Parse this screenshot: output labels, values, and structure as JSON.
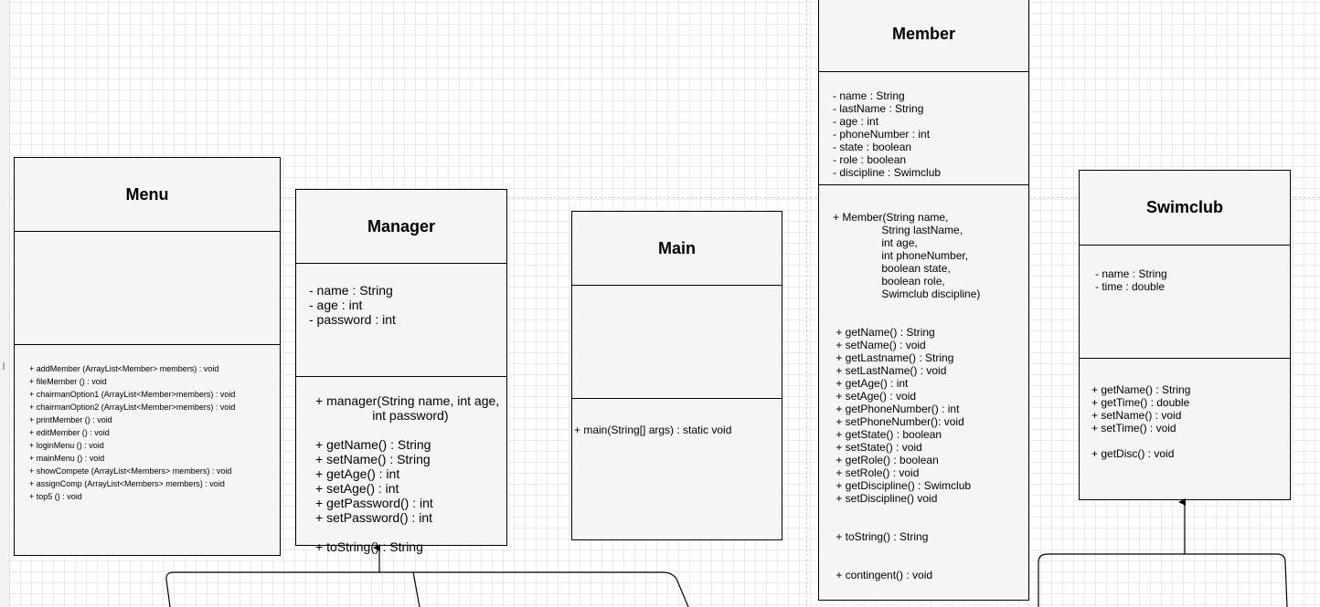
{
  "canvas": {
    "rail_grip": "‖"
  },
  "classes": {
    "menu": {
      "name": "Menu",
      "attributes": "",
      "methods": "+ addMember (ArrayList<Member> members) : void\n+ fileMember () : void\n+ chairmanOption1 (ArrayList<Member>members) : void\n+ chairmanOption2 (ArrayList<Member>members) : void\n+ printMember () : void\n+ editMember () : void\n+ loginMenu () : void\n+ mainMenu () : void\n+ showCompete (ArrayList<Members> members) : void\n+ assignComp (ArrayList<Members> members) : void\n+ top5 () : void"
    },
    "manager": {
      "name": "Manager",
      "attributes": "- name : String\n- age : int\n- password : int",
      "methods": "+ manager(String name, int age,\n                int password)\n\n+ getName() : String\n+ setName() : String\n+ getAge() : int\n+ setAge() : int\n+ getPassword() : int\n+ setPassword() : int\n\n+ toString() : String"
    },
    "main": {
      "name": "Main",
      "attributes": "",
      "methods": "+ main(String[] args) : static void"
    },
    "member": {
      "name": "Member",
      "attributes": "- name : String\n- lastName : String\n- age : int\n- phoneNumber : int\n- state : boolean\n- role : boolean\n- discipline : Swimclub",
      "methods": "+ Member(String name,\n                String lastName,\n                int age,\n                int phoneNumber,\n                boolean state,\n                boolean role,\n                Swimclub discipline)\n\n\n + getName() : String\n + setName() : void\n + getLastname() : String\n + setLastName() : void\n + getAge() : int\n + setAge() : void\n + getPhoneNumber() : int\n + setPhoneNumber(): void\n + getState() : boolean\n + setState() : void\n + getRole() : boolean\n + setRole() : void\n + getDiscipline() : Swimclub\n + setDiscipline() void\n\n\n + toString() : String\n\n\n + contingent() : void"
    },
    "swimclub": {
      "name": "Swimclub",
      "attributes": "- name : String\n- time : double",
      "methods": "+ getName() : String\n+ getTime() : double\n+ setName() : void\n+ setTime() : void\n\n+ getDisc() : void"
    }
  },
  "colors": {
    "box_fill": "#f5f5f5",
    "stroke": "#000000",
    "grid": "#ebebeb"
  }
}
